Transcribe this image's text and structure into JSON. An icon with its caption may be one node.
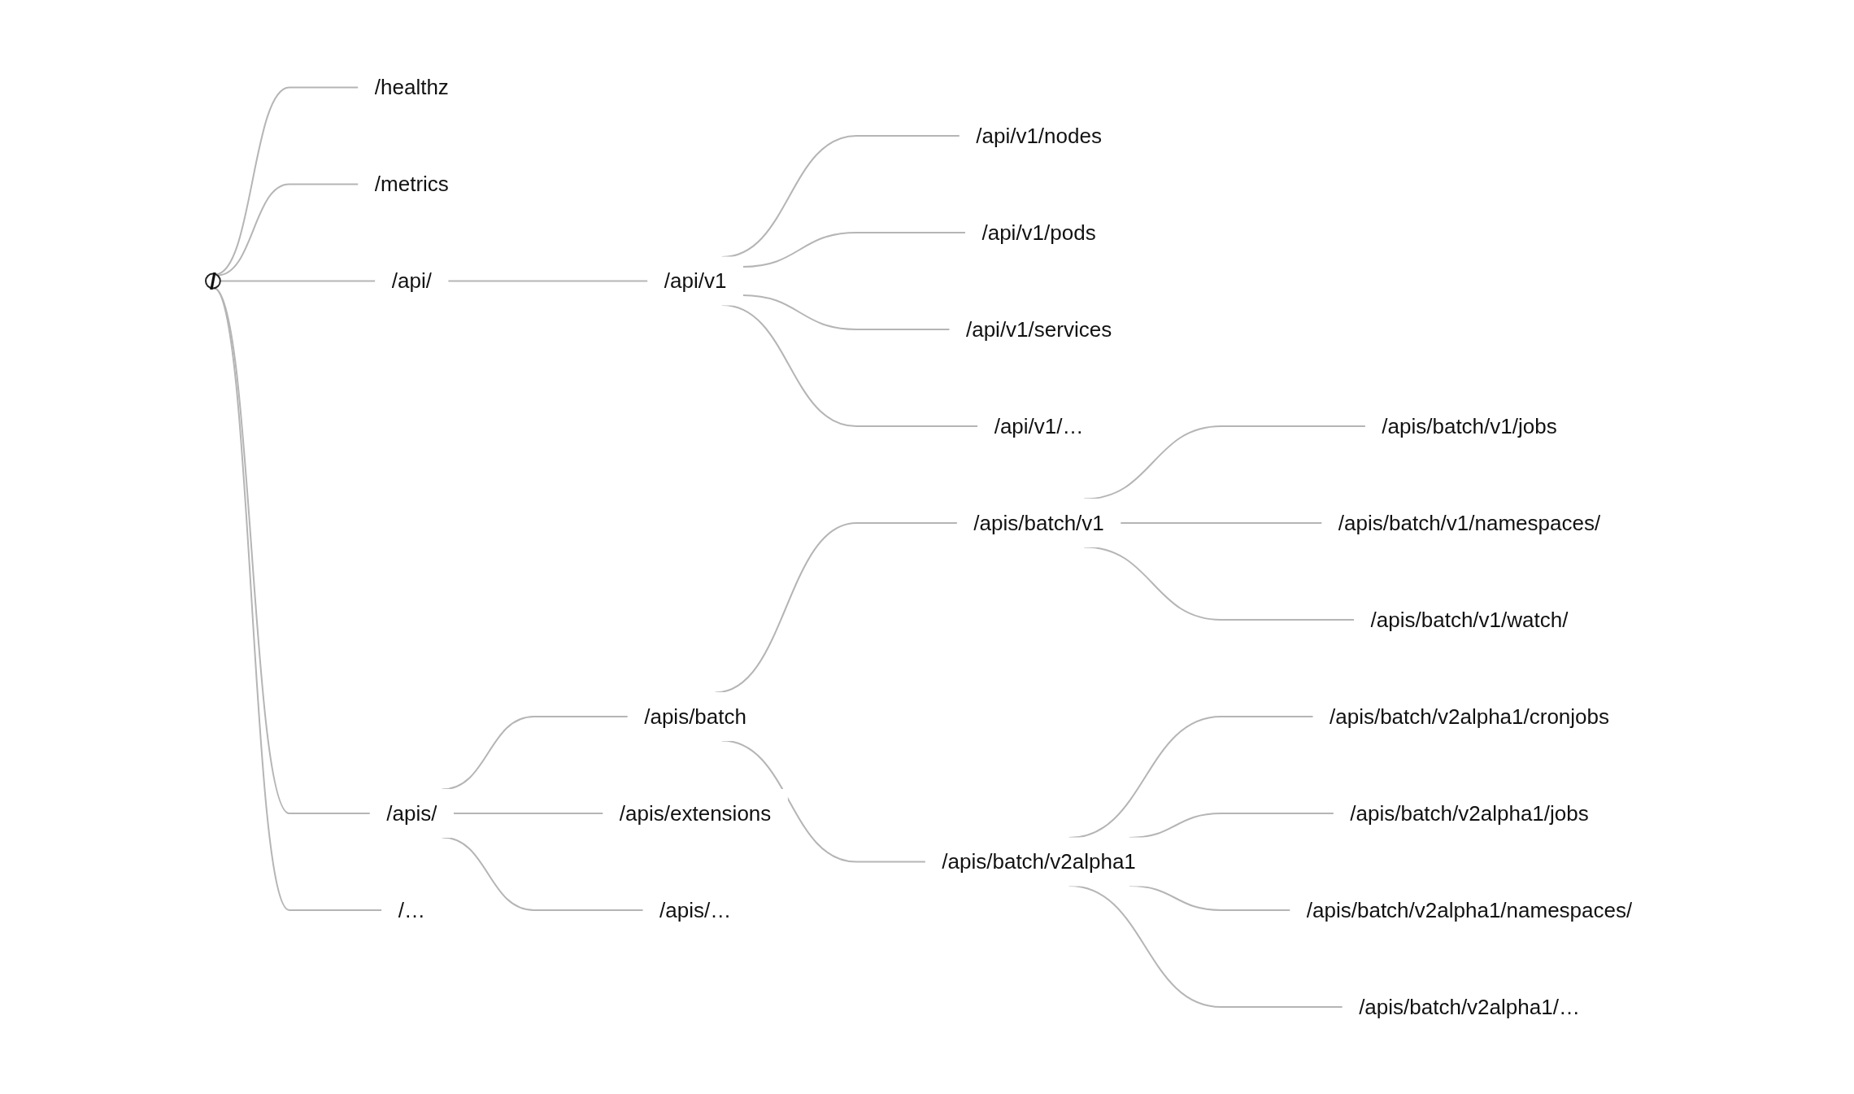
{
  "diagram": {
    "nodes": [
      {
        "text": [
          "/"
        ]
      },
      {
        "text": [
          "/healthz"
        ]
      },
      {
        "text": [
          "/metrics"
        ]
      },
      {
        "text": [
          "/api/"
        ]
      },
      {
        "text": [
          "/apis/"
        ]
      },
      {
        "text": [
          "/…"
        ]
      },
      {
        "text": [
          "/api/v1"
        ]
      },
      {
        "text": [
          "/apis/batch"
        ]
      },
      {
        "text": [
          "/apis/extensions"
        ]
      },
      {
        "text": [
          "/apis/…"
        ]
      },
      {
        "text": [
          "/api/v1/nodes"
        ]
      },
      {
        "text": [
          "/api/v1/pods"
        ]
      },
      {
        "text": [
          "/api/v1/services"
        ]
      },
      {
        "text": [
          "/api/v1/…"
        ]
      },
      {
        "text": [
          "/apis/batch/v1"
        ]
      },
      {
        "text": [
          "/apis/batch/v2alpha1"
        ]
      },
      {
        "text": [
          "/apis/batch/v1/jobs"
        ]
      },
      {
        "text": [
          "/apis/batch/v1/namespaces/"
        ]
      },
      {
        "text": [
          "/apis/batch/v1/watch/"
        ]
      },
      {
        "text": [
          "/apis/batch/v2alpha1/cronjobs"
        ]
      },
      {
        "text": [
          "/apis/batch/v2alpha1/jobs"
        ]
      },
      {
        "text": [
          "/apis/batch/v2alpha1/namespaces/"
        ]
      },
      {
        "text": [
          "/apis/batch/v2alpha1/…"
        ]
      }
    ],
    "edges": [
      {
        "from": 0,
        "to": 1,
        "arrow": "none"
      },
      {
        "from": 0,
        "to": 2,
        "arrow": "none"
      },
      {
        "from": 0,
        "to": 3,
        "arrow": "none"
      },
      {
        "from": 0,
        "to": 4,
        "arrow": "none"
      },
      {
        "from": 0,
        "to": 5,
        "arrow": "none"
      },
      {
        "from": 3,
        "to": 6,
        "arrow": "none"
      },
      {
        "from": 4,
        "to": 7,
        "arrow": "none"
      },
      {
        "from": 4,
        "to": 8,
        "arrow": "none"
      },
      {
        "from": 4,
        "to": 9,
        "arrow": "none"
      },
      {
        "from": 6,
        "to": 10,
        "arrow": "none"
      },
      {
        "from": 6,
        "to": 11,
        "arrow": "none"
      },
      {
        "from": 6,
        "to": 12,
        "arrow": "none"
      },
      {
        "from": 6,
        "to": 13,
        "arrow": "none"
      },
      {
        "from": 7,
        "to": 14,
        "arrow": "none"
      },
      {
        "from": 7,
        "to": 15,
        "arrow": "none"
      },
      {
        "from": 14,
        "to": 16,
        "arrow": "none"
      },
      {
        "from": 14,
        "to": 17,
        "arrow": "none"
      },
      {
        "from": 14,
        "to": 18,
        "arrow": "none"
      },
      {
        "from": 15,
        "to": 19,
        "arrow": "none"
      },
      {
        "from": 15,
        "to": 20,
        "arrow": "none"
      },
      {
        "from": 15,
        "to": 21,
        "arrow": "none"
      },
      {
        "from": 15,
        "to": 22,
        "arrow": "none"
      }
    ]
  }
}
